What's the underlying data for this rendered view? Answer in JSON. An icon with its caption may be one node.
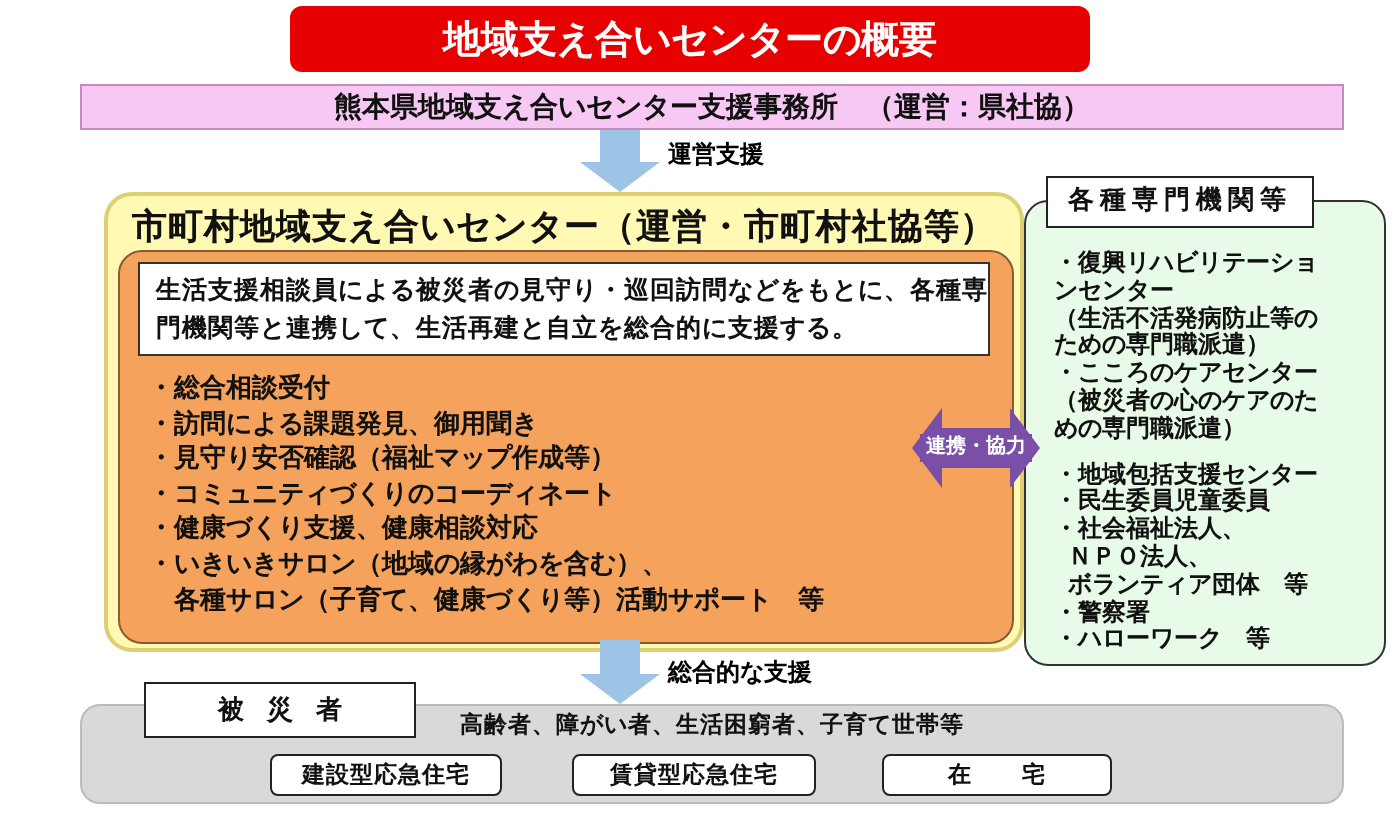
{
  "diagram": {
    "title": "地域支え合いセンターの概要",
    "nodes": [
      {
        "text": [
          "熊本県地域支え合いセンター支援事務所　（運営：県社協）"
        ]
      },
      {
        "text": [
          "市町村地域支え合いセンター（運営・市町村社協等）"
        ]
      },
      {
        "text": [
          "・総合相談受付",
          "・訪問による課題発見、御用聞き",
          "・見守り安否確認（福祉マップ作成等）",
          "・コミュニティづくりのコーディネート",
          "・健康づくり支援、健康相談対応",
          "・いきいきサロン（地域の縁がわを含む）、",
          "各種サロン（子育て、健康づくり等）活動サポート　等"
        ],
        "in": 1
      },
      {
        "text": [
          "生活支援相談員による被災者の見守り・巡回訪問などをもとに、各種専門機関等と連携して、生活再建と自立を総合的に支援する。"
        ],
        "in": 2
      },
      {
        "text": [
          "各種専門機関等",
          "・復興リハビリテーションセンター",
          "（生活不活発病防止等のための専門職派遣）",
          "・こころのケアセンター",
          "（被災者の心のケアのための専門職派遣）",
          "・地域包括支援センター",
          "・民生委員児童委員",
          "・社会福祉法人、",
          "ＮＰＯ法人、",
          "ボランティア団体　等",
          "・警察署",
          "・ハローワーク　等"
        ]
      },
      {
        "text": [
          "高齢者、障がい者、生活困窮者、子育て世帯等"
        ]
      },
      {
        "text": [
          "被災者"
        ]
      },
      {
        "text": [
          "建設型応急住宅"
        ],
        "in": 5
      },
      {
        "text": [
          "賃貸型応急住宅"
        ],
        "in": 5
      },
      {
        "text": [
          "在宅"
        ],
        "in": 5
      }
    ],
    "edges": [
      {
        "from": 0,
        "to": 1,
        "arrow": "to",
        "label": "運営支援",
        "style": "thick"
      },
      {
        "from": 4,
        "to": 2,
        "arrow": "both",
        "label": "連携・協力",
        "style": "thick",
        "color": "#7a4fa8"
      },
      {
        "from": 1,
        "to": 5,
        "arrow": "to",
        "label": "総合的な支援",
        "style": "thick"
      }
    ]
  }
}
